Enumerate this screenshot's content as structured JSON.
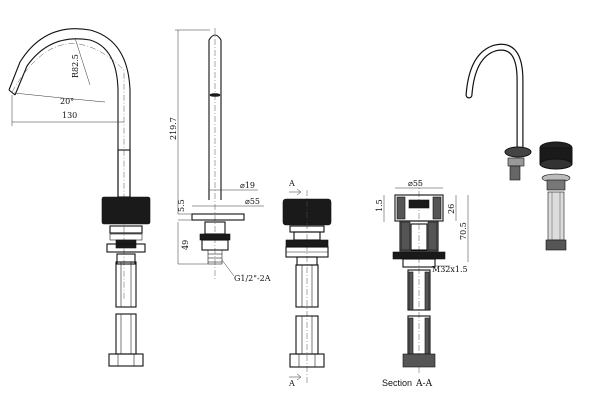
{
  "dimensions": {
    "radius": "R82.5",
    "angle": "20°",
    "reach": "130",
    "total_height": "219.7",
    "spout_diameter": "19",
    "base_diameter": "55",
    "base_height": "5.5",
    "shank_height": "49",
    "thread": "G1/2\"-2A",
    "handle_diameter": "55",
    "handle_top": "1.5",
    "handle_height": "26",
    "handle_total": "70.5",
    "nut_thread": "M32x1.5"
  },
  "section": {
    "marker": "A",
    "caption_word": "Section",
    "caption_id": "A-A"
  }
}
